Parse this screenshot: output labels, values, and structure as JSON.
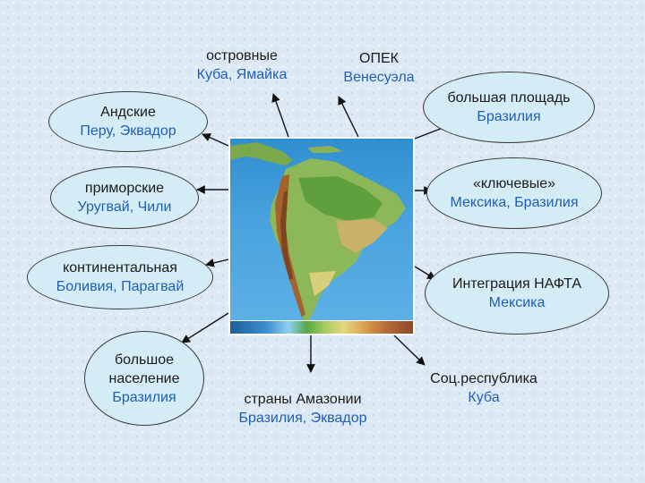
{
  "center": {
    "image": "map of South America"
  },
  "nodes": [
    {
      "id": "islands",
      "title": "островные",
      "example": "Куба, Ямайка"
    },
    {
      "id": "opec",
      "title": "ОПЕК",
      "example": "Венесуэла"
    },
    {
      "id": "large_area",
      "title": "большая площадь",
      "example": "Бразилия"
    },
    {
      "id": "andean",
      "title": "Андские",
      "example": "Перу, Эквадор"
    },
    {
      "id": "key",
      "title": "«ключевые»",
      "example": "Мексика, Бразилия"
    },
    {
      "id": "coastal",
      "title": "приморские",
      "example": "Уругвай, Чили"
    },
    {
      "id": "continental",
      "title": "континентальная",
      "example": "Боливия, Парагвай"
    },
    {
      "id": "nafta",
      "title": "Интеграция НАФТА",
      "example": "Мексика"
    },
    {
      "id": "population",
      "title_lines": [
        "большое",
        "население"
      ],
      "example": "Бразилия"
    },
    {
      "id": "amazon",
      "title": "страны Амазонии",
      "example": "Бразилия, Эквадор"
    },
    {
      "id": "socialist",
      "title": "Соц.республика",
      "example": "Куба"
    }
  ],
  "colors": {
    "ellipse_fill": "#d4ecf6",
    "example_text": "#1f5fb8",
    "title_text": "#1a1a1a"
  }
}
